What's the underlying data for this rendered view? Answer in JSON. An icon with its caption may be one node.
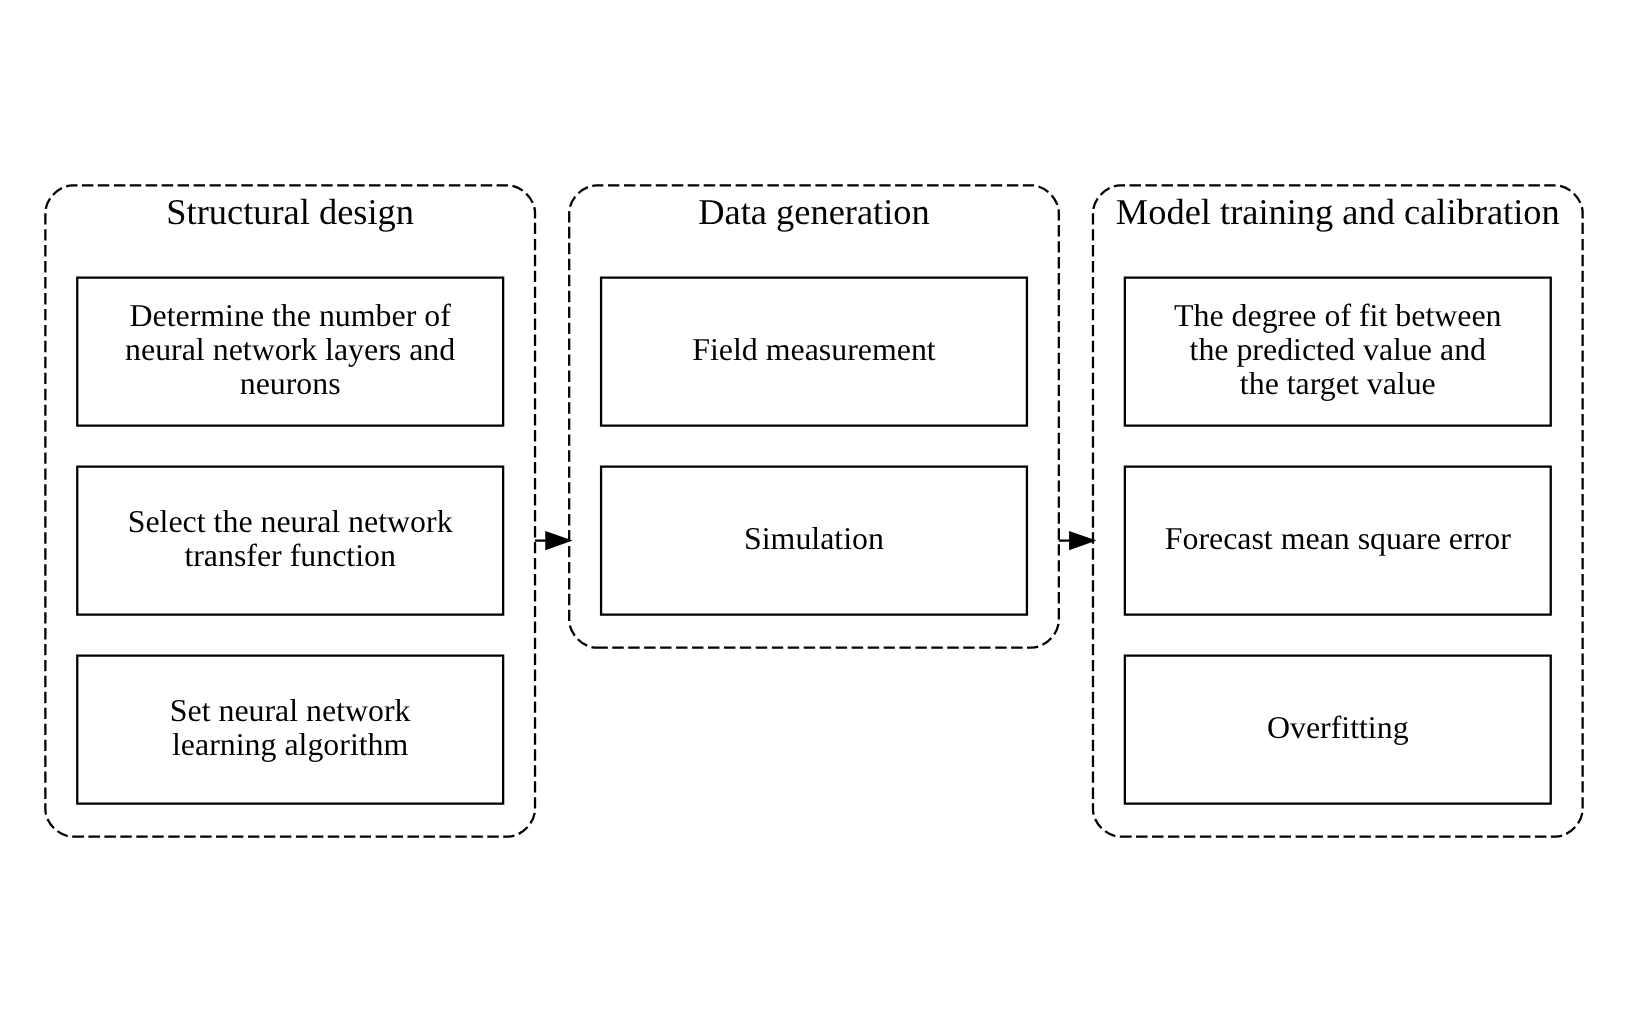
{
  "diagram": {
    "nodes": [
      {
        "text": [
          "Structural design"
        ]
      },
      {
        "text": [
          "Determine the number of neural network layers and neurons"
        ],
        "in": 0
      },
      {
        "text": [
          "Select the neural network transfer function"
        ],
        "in": 0
      },
      {
        "text": [
          "Set neural network learning algorithm"
        ],
        "in": 0
      },
      {
        "text": [
          "Data generation"
        ]
      },
      {
        "text": [
          "Field measurement"
        ],
        "in": 4
      },
      {
        "text": [
          "Simulation"
        ],
        "in": 4
      },
      {
        "text": [
          "Model training and calibration"
        ]
      },
      {
        "text": [
          "The degree of fit between the predicted value and the target value"
        ],
        "in": 7
      },
      {
        "text": [
          "Forecast mean square error"
        ],
        "in": 7
      },
      {
        "text": [
          "Overfitting"
        ],
        "in": 7
      }
    ],
    "edges": [
      {
        "from": 0,
        "to": 4,
        "arrow": "to"
      },
      {
        "from": 4,
        "to": 7,
        "arrow": "to"
      }
    ]
  }
}
